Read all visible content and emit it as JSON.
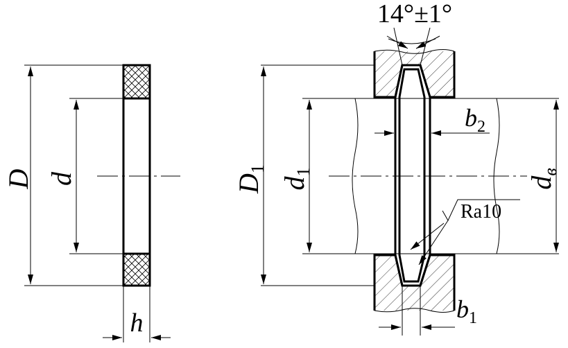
{
  "labels": {
    "D": "D",
    "d": "d",
    "h": "h",
    "D1_main": "D",
    "D1_sub": "1",
    "d1_main": "d",
    "d1_sub": "1",
    "b2_main": "b",
    "b2_sub": "2",
    "b1_main": "b",
    "b1_sub": "1",
    "dv_main": "d",
    "dv_sub": "в",
    "angle": "14°±1°",
    "roughness": "Ra10"
  }
}
